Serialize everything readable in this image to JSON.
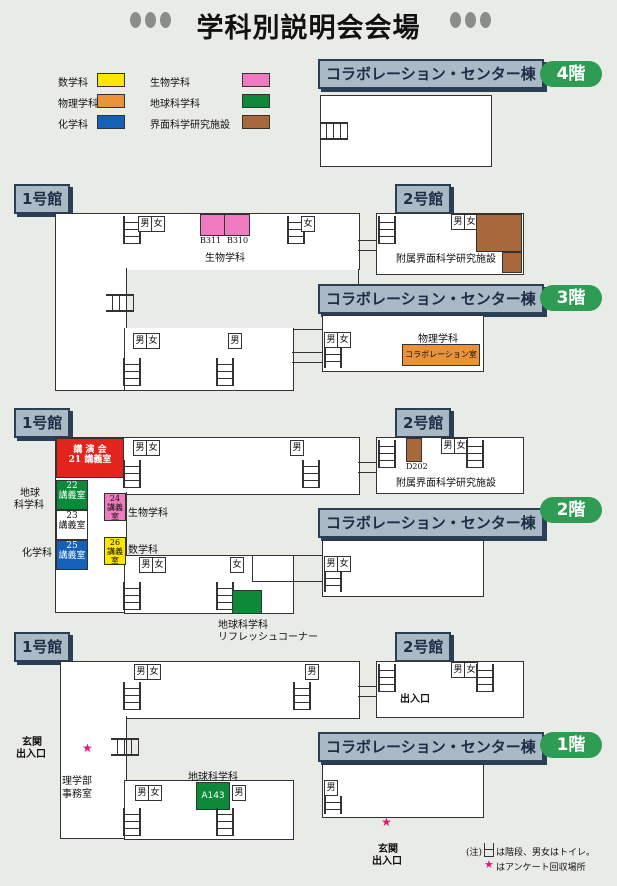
{
  "title": "学科別説明会会場",
  "legend": [
    {
      "label": "数学科",
      "color": "#ffe600"
    },
    {
      "label": "生物学科",
      "color": "#f07ac0"
    },
    {
      "label": "物理学科",
      "color": "#e8923a"
    },
    {
      "label": "地球科学科",
      "color": "#0c8a3a"
    },
    {
      "label": "化学科",
      "color": "#1560b8"
    },
    {
      "label": "界面科学研究施設",
      "color": "#a8683c"
    }
  ],
  "buildings": {
    "collab": "コラボレーション・センター棟",
    "b1": "1号館",
    "b2": "2号館"
  },
  "floors": {
    "f4": "4階",
    "f3": "3階",
    "f2": "2階",
    "f1": "1階"
  },
  "toilet": {
    "m": "男",
    "f": "女"
  },
  "f3": {
    "b311": "B311",
    "b310": "B310",
    "bio": "生物学科",
    "interface": "附属界面科学研究施設",
    "physics": "物理学科",
    "collab_room": "コラボレーション室"
  },
  "f2": {
    "lecture_hall": "講 演 会",
    "lecture_hall2": "21 講義室",
    "earth_label": "地球",
    "earth_label2": "科学科",
    "r22": "22",
    "r22b": "講義室",
    "r23": "23",
    "r23b": "講義室",
    "chem": "化学科",
    "r25": "25",
    "r25b": "講義室",
    "r24": "24",
    "r24b": "講義室",
    "bio": "生物学科",
    "r26": "26",
    "r26b": "講義室",
    "math": "数学科",
    "d202": "D202",
    "interface": "附属界面科学研究施設",
    "refresh1": "地球科学科",
    "refresh2": "リフレッシュコーナー"
  },
  "f1": {
    "entrance_main": "玄関",
    "entrance_main2": "出入口",
    "entrance_b2": "出入口",
    "office1": "理学部",
    "office2": "事務室",
    "earth": "地球科学科",
    "a143": "A143",
    "entrance_c": "玄関",
    "entrance_c2": "出入口"
  },
  "notes": {
    "note1": "(注)",
    "note1b": "は階段、男女はトイレ。",
    "note2": "はアンケート回収場所"
  }
}
